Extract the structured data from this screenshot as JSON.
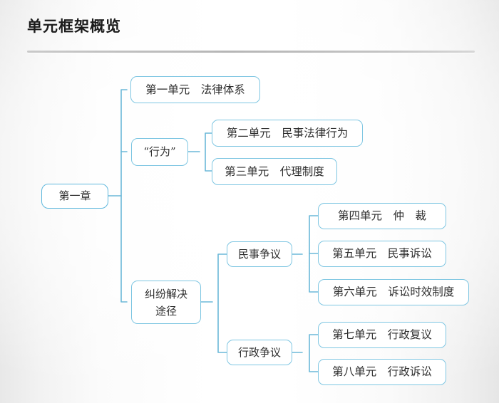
{
  "slide": {
    "title": "单元框架概览",
    "accent_color": "#7ec6e2",
    "root_border_color": "#5fb8dd",
    "connector_color": "#6bb8d8",
    "text_color": "#2e2e2e",
    "rule_color": "#b6b6b6"
  },
  "diagram": {
    "type": "mindmap-tree",
    "root": {
      "label": "第一章"
    },
    "branches": [
      {
        "label": "第一单元　法律体系",
        "kind": "leaf-direct",
        "children": []
      },
      {
        "label": "“行为”",
        "kind": "branch",
        "children": [
          {
            "label": "第二单元　民事法律行为"
          },
          {
            "label": "第三单元　代理制度"
          }
        ]
      },
      {
        "label": "纠纷解决\n途径",
        "kind": "branch",
        "children": [
          {
            "label": "民事争议",
            "children": [
              {
                "label": "第四单元　仲　裁"
              },
              {
                "label": "第五单元　民事诉讼"
              },
              {
                "label": "第六单元　诉讼时效制度"
              }
            ]
          },
          {
            "label": "行政争议",
            "children": [
              {
                "label": "第七单元　行政复议"
              },
              {
                "label": "第八单元　行政诉讼"
              }
            ]
          }
        ]
      }
    ],
    "nodes": {
      "root": "第一章",
      "unit1": "第一单元　法律体系",
      "behavior": "“行为”",
      "unit2": "第二单元　民事法律行为",
      "unit3": "第三单元　代理制度",
      "dispute": "纠纷解决\n途径",
      "civil": "民事争议",
      "unit4": "第四单元　仲　裁",
      "unit5": "第五单元　民事诉讼",
      "unit6": "第六单元　诉讼时效制度",
      "admin": "行政争议",
      "unit7": "第七单元　行政复议",
      "unit8": "第八单元　行政诉讼"
    }
  }
}
